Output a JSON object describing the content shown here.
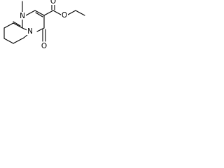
{
  "molecule": {
    "atoms": {
      "n1": "N",
      "n5": "N",
      "o_ketone": "O",
      "o_carbonyl": "O",
      "o_ether": "O"
    },
    "colors": {
      "bond": "#000000",
      "text": "#000000",
      "background": "#ffffff"
    }
  }
}
